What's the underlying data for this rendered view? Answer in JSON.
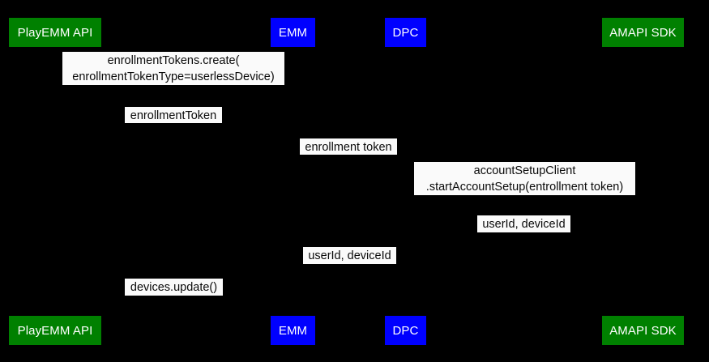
{
  "diagram": {
    "type": "sequence-diagram",
    "background_color": "#000000",
    "participant_green_color": "#008000",
    "participant_blue_color": "#0000FF",
    "label_background_color": "#FAFAFA",
    "label_text_color": "#0A0A0A",
    "participant_text_color": "#FFFFFF"
  },
  "participants": [
    {
      "id": "playemm-api",
      "label": "PlayEMM API",
      "color": "green"
    },
    {
      "id": "emm",
      "label": "EMM",
      "color": "blue"
    },
    {
      "id": "dpc",
      "label": "DPC",
      "color": "blue"
    },
    {
      "id": "amapi-sdk",
      "label": "AMAPI SDK",
      "color": "green"
    }
  ],
  "participants_bottom": [
    {
      "id": "playemm-api",
      "label": "PlayEMM API",
      "color": "green"
    },
    {
      "id": "emm",
      "label": "EMM",
      "color": "blue"
    },
    {
      "id": "dpc",
      "label": "DPC",
      "color": "blue"
    },
    {
      "id": "amapi-sdk",
      "label": "AMAPI SDK",
      "color": "green"
    }
  ],
  "messages": [
    {
      "id": "msg-enrollment-tokens-create",
      "text": "enrollmentTokens.create(\nenrollmentTokenType=userlessDevice)",
      "from": "emm",
      "to": "playemm-api",
      "direction": "left"
    },
    {
      "id": "msg-enrollment-token-response",
      "text": "enrollmentToken",
      "from": "playemm-api",
      "to": "emm",
      "direction": "right"
    },
    {
      "id": "msg-enrollment-token-to-dpc",
      "text": "enrollment token",
      "from": "emm",
      "to": "dpc",
      "direction": "right"
    },
    {
      "id": "msg-start-account-setup",
      "text": "accountSetupClient\n.startAccountSetup(entrollment token)",
      "from": "dpc",
      "to": "amapi-sdk",
      "direction": "right"
    },
    {
      "id": "msg-userid-deviceid-to-dpc",
      "text": "userId, deviceId",
      "from": "amapi-sdk",
      "to": "dpc",
      "direction": "left"
    },
    {
      "id": "msg-userid-deviceid-to-emm",
      "text": "userId, deviceId",
      "from": "dpc",
      "to": "emm",
      "direction": "left"
    },
    {
      "id": "msg-devices-update",
      "text": "devices.update()",
      "from": "emm",
      "to": "playemm-api",
      "direction": "left"
    }
  ]
}
